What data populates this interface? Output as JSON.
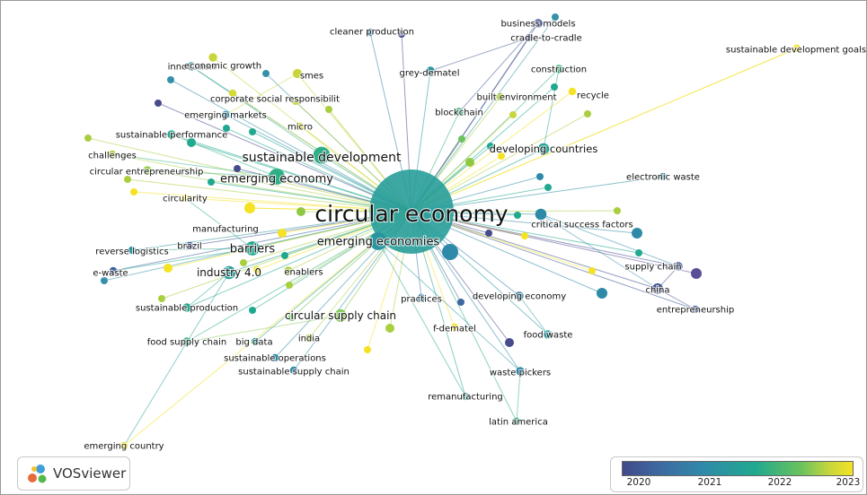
{
  "app": {
    "name": "VOSviewer"
  },
  "legend": {
    "ticks": [
      "2020",
      "2021",
      "2022",
      "2023"
    ],
    "colors": [
      "#404a8a",
      "#2f8aa9",
      "#21a98f",
      "#6cc35c",
      "#f4e223"
    ]
  },
  "nodes": [
    {
      "label": "circular economy",
      "year": 2021.6,
      "weight": 100
    },
    {
      "label": "emerging economies",
      "year": 2021.5,
      "weight": 22
    },
    {
      "label": "sustainable development",
      "year": 2021.9,
      "weight": 20
    },
    {
      "label": "emerging economy",
      "year": 2021.9,
      "weight": 18
    },
    {
      "label": "barriers",
      "year": 2021.8,
      "weight": 14
    },
    {
      "label": "industry 4.0",
      "year": 2021.6,
      "weight": 12
    },
    {
      "label": "circular supply chain",
      "year": 2022.4,
      "weight": 11
    },
    {
      "label": "developing countries",
      "year": 2021.7,
      "weight": 9
    },
    {
      "label": "critical success factors",
      "year": 2021.3,
      "weight": 9
    },
    {
      "label": "china",
      "year": 2020.2,
      "weight": 8
    },
    {
      "label": "smes",
      "year": 2022.7,
      "weight": 6
    },
    {
      "label": "innovation",
      "year": 2021.5,
      "weight": 5
    },
    {
      "label": "economic growth",
      "year": 2022.7,
      "weight": 5
    },
    {
      "label": "cleaner production",
      "year": 2021.2,
      "weight": 4
    },
    {
      "label": "business models",
      "year": 2020.3,
      "weight": 5
    },
    {
      "label": "cradle-to-cradle",
      "year": 2020.2,
      "weight": 4
    },
    {
      "label": "sustainable development goals",
      "year": 2023,
      "weight": 4
    },
    {
      "label": "construction",
      "year": 2022,
      "weight": 5
    },
    {
      "label": "grey-dematel",
      "year": 2021.5,
      "weight": 5
    },
    {
      "label": "built environment",
      "year": 2022.6,
      "weight": 4
    },
    {
      "label": "recycle",
      "year": 2023,
      "weight": 4
    },
    {
      "label": "corporate social responsibilit",
      "year": 2022.8,
      "weight": 4
    },
    {
      "label": "blockchain",
      "year": 2022,
      "weight": 5
    },
    {
      "label": "emerging markets",
      "year": 2021.3,
      "weight": 4
    },
    {
      "label": "micro",
      "year": 2022.8,
      "weight": 4
    },
    {
      "label": "sustainable performance",
      "year": 2021.8,
      "weight": 5
    },
    {
      "label": "challenges",
      "year": 2022.6,
      "weight": 4
    },
    {
      "label": "circular entrepreneurship",
      "year": 2022.5,
      "weight": 5
    },
    {
      "label": "electronic waste",
      "year": 2021.4,
      "weight": 4
    },
    {
      "label": "circularity",
      "year": 2023,
      "weight": 4
    },
    {
      "label": "manufacturing",
      "year": 2023,
      "weight": 5
    },
    {
      "label": "reverse logistics",
      "year": 2021.5,
      "weight": 4
    },
    {
      "label": "brazil",
      "year": 2020.3,
      "weight": 4
    },
    {
      "label": "e-waste",
      "year": 2020.6,
      "weight": 4
    },
    {
      "label": "enablers",
      "year": 2022.6,
      "weight": 5
    },
    {
      "label": "supply chain",
      "year": 2020.2,
      "weight": 5
    },
    {
      "label": "practices",
      "year": 2021.1,
      "weight": 4
    },
    {
      "label": "developing economy",
      "year": 2021.1,
      "weight": 5
    },
    {
      "label": "entrepreneurship",
      "year": 2020.4,
      "weight": 4
    },
    {
      "label": "sustainable production",
      "year": 2021.8,
      "weight": 5
    },
    {
      "label": "f-dematel",
      "year": 2023,
      "weight": 4
    },
    {
      "label": "india",
      "year": 2022.6,
      "weight": 4
    },
    {
      "label": "food supply chain",
      "year": 2021.9,
      "weight": 5
    },
    {
      "label": "big data",
      "year": 2021.7,
      "weight": 4
    },
    {
      "label": "food waste",
      "year": 2021.5,
      "weight": 5
    },
    {
      "label": "sustainable operations",
      "year": 2021.3,
      "weight": 4
    },
    {
      "label": "sustainable supply chain",
      "year": 2021.3,
      "weight": 4
    },
    {
      "label": "waste pickers",
      "year": 2021.3,
      "weight": 5
    },
    {
      "label": "remanufacturing",
      "year": 2021.7,
      "weight": 4
    },
    {
      "label": "latin america",
      "year": 2021.9,
      "weight": 4
    },
    {
      "label": "emerging country",
      "year": 2023,
      "weight": 4
    }
  ]
}
